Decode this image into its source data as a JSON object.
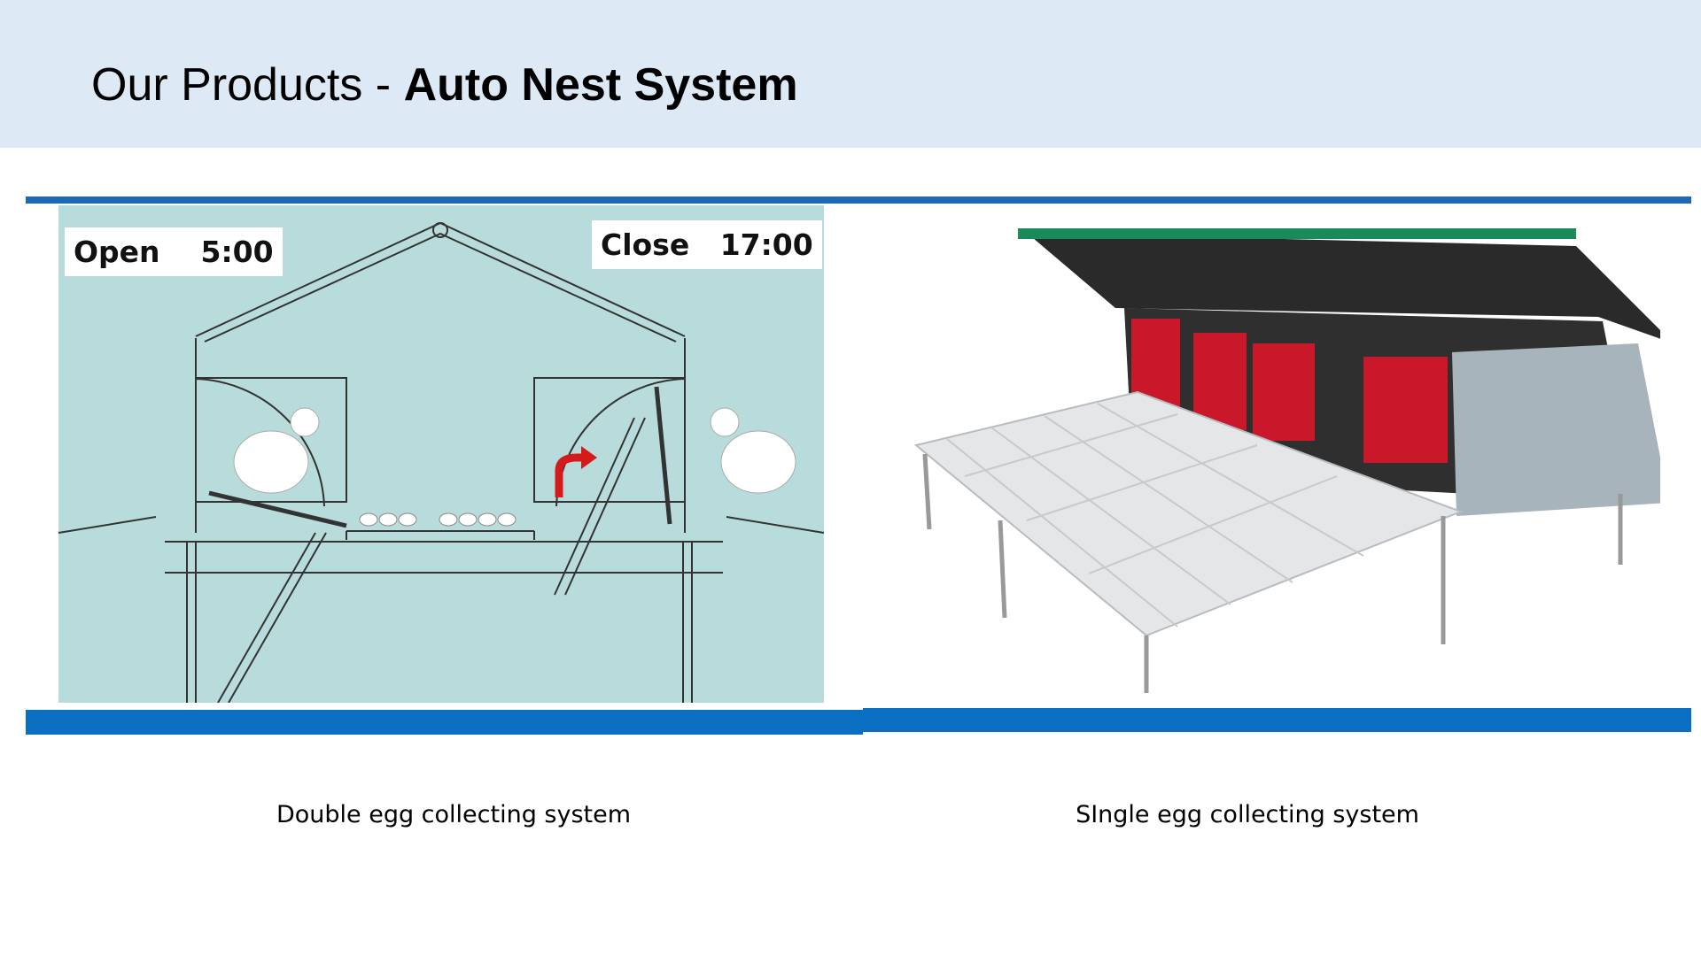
{
  "header": {
    "title_prefix": "Our Products - ",
    "title_bold": "Auto Nest System"
  },
  "left_image": {
    "open_label": "Open    5:00",
    "close_label": "Close   17:00"
  },
  "captions": {
    "left": "Double egg collecting system",
    "right": "SIngle egg collecting system"
  },
  "colors": {
    "header_bg": "#dde9f5",
    "accent_blue": "#0a6fc2",
    "diagram_bg": "#b8dcdc",
    "curtain_red": "#c8182a"
  }
}
